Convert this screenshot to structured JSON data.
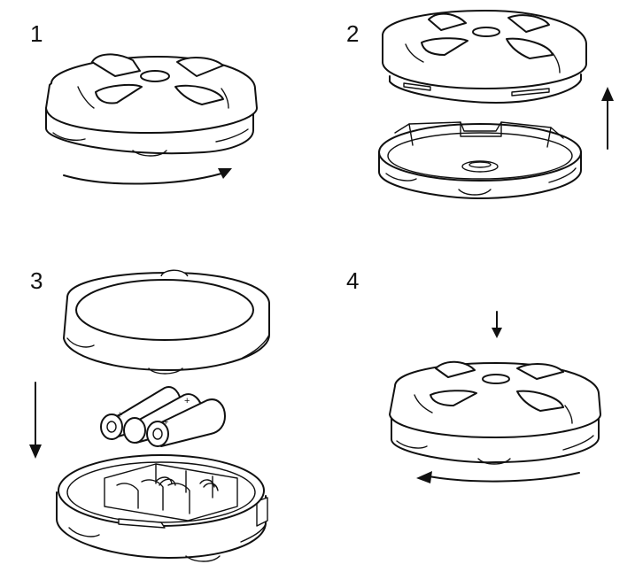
{
  "steps": [
    {
      "number": "1",
      "action": "rotate-clockwise"
    },
    {
      "number": "2",
      "action": "lift-off"
    },
    {
      "number": "3",
      "action": "insert-batteries"
    },
    {
      "number": "4",
      "action": "press-and-rotate-counterclockwise"
    }
  ],
  "battery_polarity_mark": "+",
  "colors": {
    "line": "#111111",
    "background": "#ffffff"
  },
  "icons": [
    "curved-arrow-icon",
    "straight-arrow-icon",
    "battery-icon"
  ]
}
